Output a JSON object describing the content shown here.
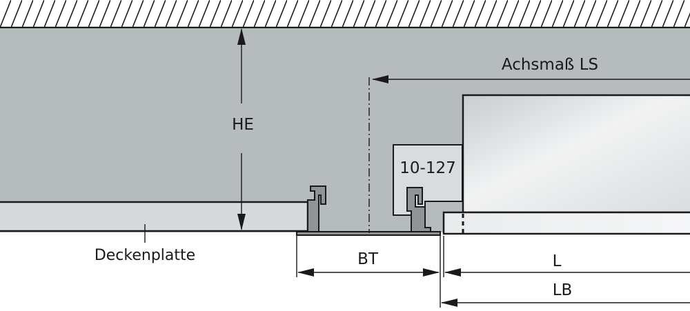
{
  "labels": {
    "height": "HE",
    "axis_spacing": "Achsmaß LS",
    "profile_code": "10-127",
    "ceiling_panel": "Deckenplatte",
    "profile_width": "BT",
    "length": "L",
    "length_total": "LB"
  },
  "colors": {
    "background_fill": "#b6bbbd",
    "line": "#1a1a1a",
    "panel_fill": "#d6dadc",
    "luminaire_light": "#f1f2f3",
    "luminaire_dark": "#c8cdd0",
    "page": "#ffffff"
  }
}
